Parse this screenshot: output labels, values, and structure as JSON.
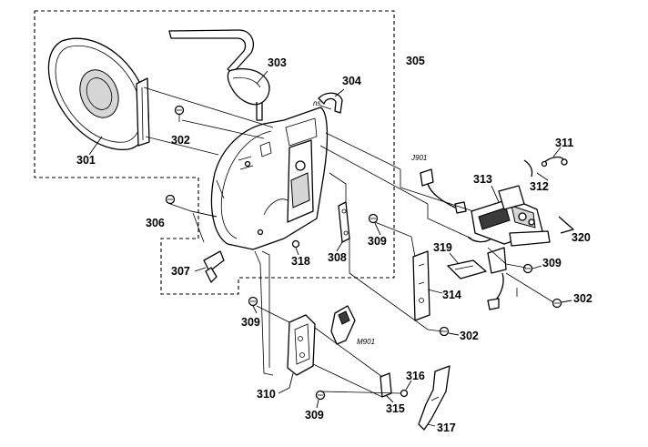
{
  "part_labels": {
    "p301": "301",
    "p302a": "302",
    "p302b": "302",
    "p302c": "302",
    "p303": "303",
    "p304": "304",
    "p305": "305",
    "p306": "306",
    "p307": "307",
    "p308": "308",
    "p309a": "309",
    "p309b": "309",
    "p309c": "309",
    "p309d": "309",
    "p310": "310",
    "p311": "311",
    "p312": "312",
    "p313": "313",
    "p314": "314",
    "p315": "315",
    "p316": "316",
    "p317": "317",
    "p318": "318",
    "p319": "319",
    "p320": "320"
  },
  "reference_labels": {
    "ns": "ns",
    "j901": "J901",
    "m901": "M901"
  }
}
